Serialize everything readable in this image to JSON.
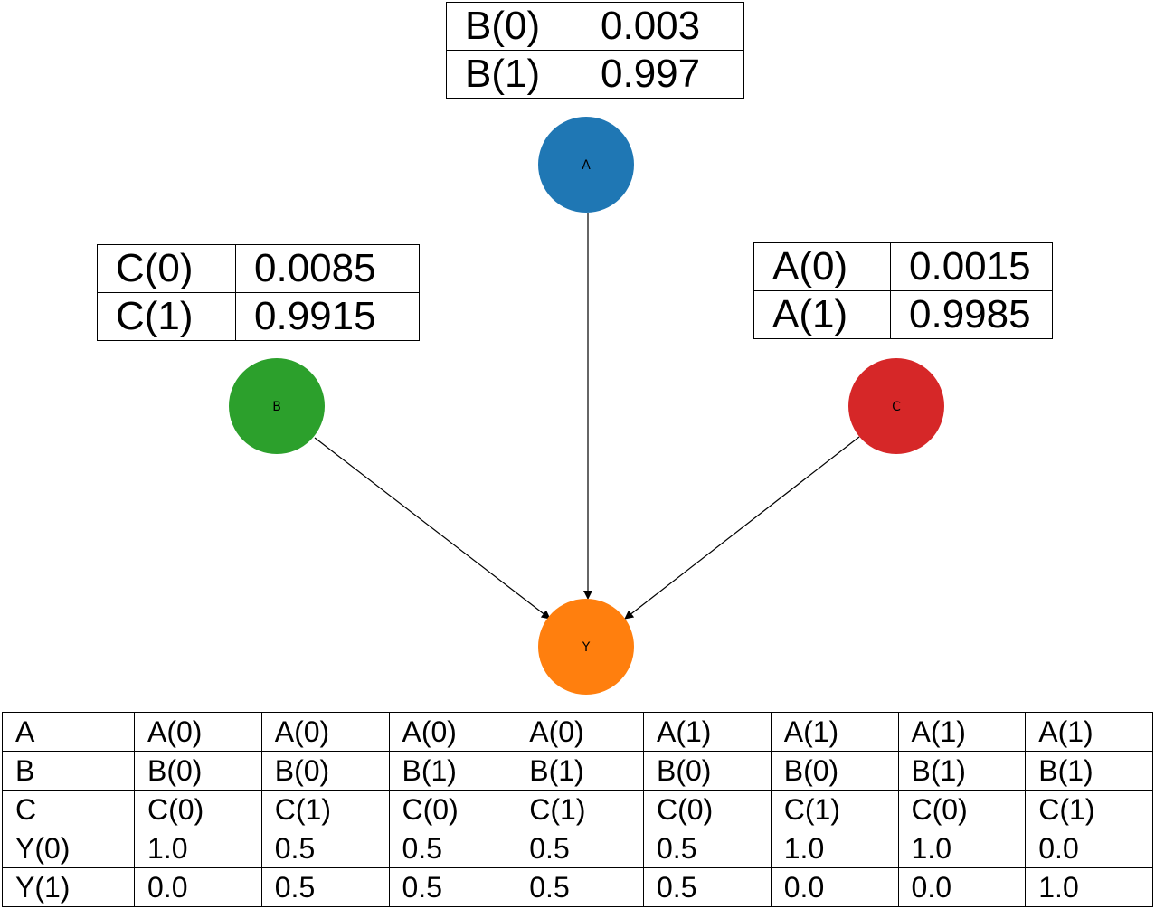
{
  "nodes": [
    {
      "id": "A",
      "label": "A",
      "color": "#1f77b4"
    },
    {
      "id": "B",
      "label": "B",
      "color": "#2ca02c"
    },
    {
      "id": "C",
      "label": "C",
      "color": "#d62728"
    },
    {
      "id": "Y",
      "label": "Y",
      "color": "#ff7f0e"
    }
  ],
  "edges": [
    {
      "from": "A",
      "to": "Y"
    },
    {
      "from": "B",
      "to": "Y"
    },
    {
      "from": "C",
      "to": "Y"
    }
  ],
  "cpd_A": {
    "rows": [
      [
        "B(0)",
        "0.003"
      ],
      [
        "B(1)",
        "0.997"
      ]
    ]
  },
  "cpd_B": {
    "rows": [
      [
        "C(0)",
        "0.0085"
      ],
      [
        "C(1)",
        "0.9915"
      ]
    ]
  },
  "cpd_C": {
    "rows": [
      [
        "A(0)",
        "0.0015"
      ],
      [
        "A(1)",
        "0.9985"
      ]
    ]
  },
  "cpd_Y": {
    "rows": [
      [
        "A",
        "A(0)",
        "A(0)",
        "A(0)",
        "A(0)",
        "A(1)",
        "A(1)",
        "A(1)",
        "A(1)"
      ],
      [
        "B",
        "B(0)",
        "B(0)",
        "B(1)",
        "B(1)",
        "B(0)",
        "B(0)",
        "B(1)",
        "B(1)"
      ],
      [
        "C",
        "C(0)",
        "C(1)",
        "C(0)",
        "C(1)",
        "C(0)",
        "C(1)",
        "C(0)",
        "C(1)"
      ],
      [
        "Y(0)",
        "1.0",
        "0.5",
        "0.5",
        "0.5",
        "0.5",
        "1.0",
        "1.0",
        "0.0"
      ],
      [
        "Y(1)",
        "0.0",
        "0.5",
        "0.5",
        "0.5",
        "0.5",
        "0.0",
        "0.0",
        "1.0"
      ]
    ]
  }
}
